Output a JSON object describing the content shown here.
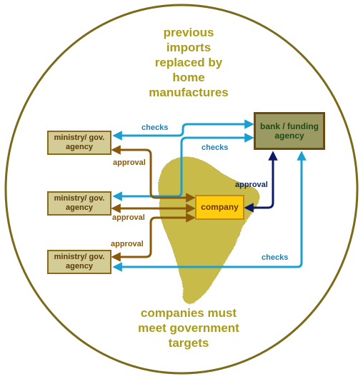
{
  "top_text": "previous imports replaced by home manufactures",
  "bottom_text": "companies must meet government targets",
  "nodes": {
    "bank": "bank / funding agency",
    "company": "company",
    "ministry_1": "ministry/ gov. agency",
    "ministry_2": "ministry/ gov. agency",
    "ministry_3": "ministry/ gov. agency"
  },
  "edge_labels": {
    "checks_1": "checks",
    "checks_2": "checks",
    "checks_3": "checks",
    "approval_1": "approval",
    "approval_2": "approval",
    "approval_3": "approval",
    "approval_bank": "approval"
  },
  "colors": {
    "circle_stroke": "#7a6a1a",
    "text_olive": "#a89a1a",
    "checks_blue": "#1c9fd0",
    "approval_brown": "#8a5a0a",
    "approval_navy": "#0c1a66",
    "continent": "#c8bb4a"
  }
}
